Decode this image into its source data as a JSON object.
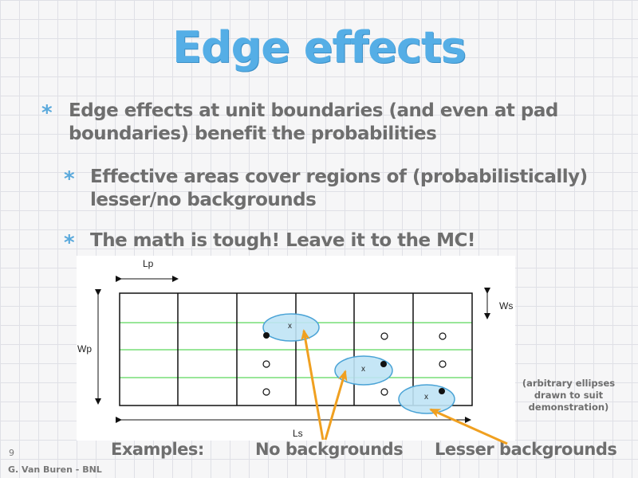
{
  "slide": {
    "title": "Edge effects",
    "bullets": [
      {
        "line1": "Edge effects at unit boundaries (and even at pad",
        "line2": "boundaries) benefit the probabilities"
      },
      {
        "line1": "Effective areas cover regions of (probabilistically)",
        "line2": "lesser/no backgrounds"
      },
      {
        "line1": "The math is tough! Leave it to the MC!"
      }
    ],
    "bullet_marker": "*",
    "diagram": {
      "labels": {
        "lp": "Lp",
        "wp": "Wp",
        "ws": "Ws",
        "ls": "Ls"
      },
      "ellipse_marker": "x"
    },
    "examples": {
      "label": "Examples:",
      "no_backgrounds": "No backgrounds",
      "lesser_backgrounds": "Lesser backgrounds"
    },
    "note": {
      "line1": "(arbitrary ellipses",
      "line2": "drawn to suit",
      "line3": "demonstration)"
    },
    "page_number": "9",
    "author": "G. Van Buren - BNL",
    "colors": {
      "title": "#55aee6",
      "bullet_text": "#6e6e6e",
      "bullet_marker": "#5aa9dc",
      "grid_lines": "#33cc33",
      "ellipse_fill": "#bfe3f5",
      "ellipse_stroke": "#4aa3d6",
      "arrow": "#f0a020"
    }
  }
}
